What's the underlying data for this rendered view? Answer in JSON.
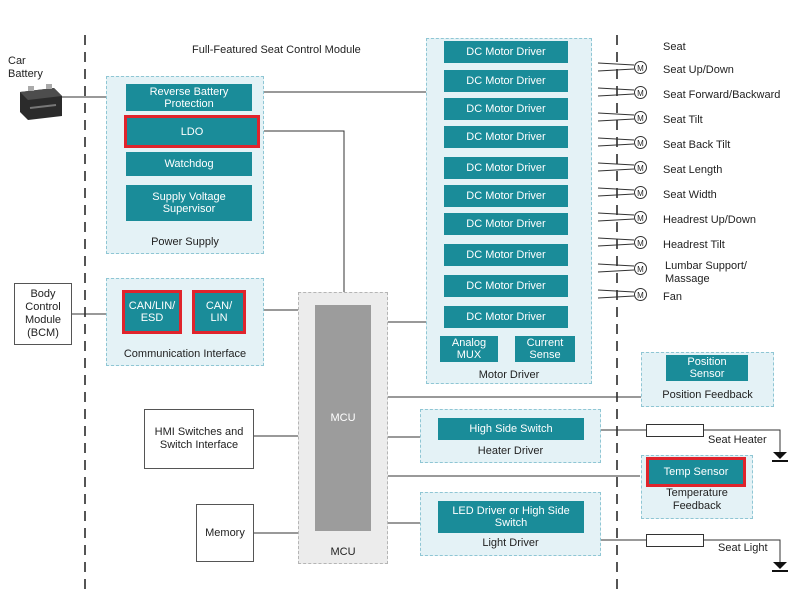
{
  "title": "Full-Featured Seat Control Module",
  "car_battery": "Car Battery",
  "bcm": "Body Control Module (BCM)",
  "hmi": "HMI Switches and Switch Interface",
  "memory": "Memory",
  "power_supply": {
    "label": "Power Supply",
    "blocks": [
      "Reverse Battery Protection",
      "LDO",
      "Watchdog",
      "Supply Voltage Supervisor"
    ]
  },
  "communication": {
    "label": "Communication Interface",
    "blocks": [
      "CAN/LIN/ ESD",
      "CAN/ LIN"
    ]
  },
  "mcu": {
    "core_label": "MCU",
    "outer_label": "MCU"
  },
  "motor_driver": {
    "label": "Motor Driver",
    "drivers": [
      "DC Motor Driver",
      "DC Motor Driver",
      "DC Motor Driver",
      "DC Motor Driver",
      "DC Motor Driver",
      "DC Motor Driver",
      "DC Motor Driver",
      "DC Motor Driver",
      "DC Motor Driver",
      "DC Motor Driver"
    ],
    "analog_mux": "Analog MUX",
    "current_sense": "Current Sense"
  },
  "heater_driver": {
    "label": "Heater Driver",
    "block": "High Side Switch"
  },
  "light_driver": {
    "label": "Light Driver",
    "block": "LED Driver or High Side Switch"
  },
  "position_feedback": {
    "label": "Position Feedback",
    "block": "Position Sensor"
  },
  "temperature_feedback": {
    "label": "Temperature Feedback",
    "block": "Temp Sensor"
  },
  "seat": {
    "heading": "Seat",
    "motor_symbol": "M",
    "motors": [
      "Seat Up/Down",
      "Seat Forward/Backward",
      "Seat Tilt",
      "Seat Back Tilt",
      "Seat Length",
      "Seat Width",
      "Headrest Up/Down",
      "Headrest Tilt",
      "Lumbar Support/ Massage",
      "Fan"
    ],
    "seat_heater": "Seat Heater",
    "seat_light": "Seat Light"
  }
}
